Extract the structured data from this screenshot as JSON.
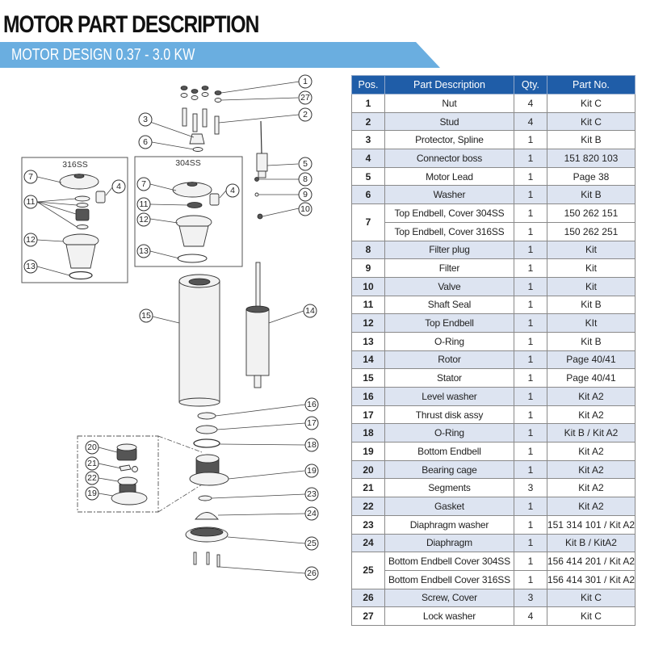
{
  "header": {
    "title": "MOTOR PART DESCRIPTION",
    "subtitle": "MOTOR DESIGN 0.37 - 3.0 KW",
    "banner_color": "#6aaee0",
    "table_header_color": "#1f5da8",
    "row_shade_color": "#dde4f1"
  },
  "diagram": {
    "box_labels": {
      "left": "316SS",
      "right": "304SS"
    },
    "callouts": [
      "1",
      "27",
      "2",
      "3",
      "6",
      "5",
      "8",
      "9",
      "10",
      "7",
      "4",
      "11",
      "12",
      "13",
      "15",
      "14",
      "16",
      "17",
      "18",
      "19",
      "20",
      "21",
      "22",
      "23",
      "24",
      "25",
      "26"
    ]
  },
  "table": {
    "columns": [
      "Pos.",
      "Part  Description",
      "Qty.",
      "Part No."
    ],
    "rows": [
      {
        "pos": "1",
        "desc": "Nut",
        "qty": "4",
        "part_no": "Kit C"
      },
      {
        "pos": "2",
        "desc": "Stud",
        "qty": "4",
        "part_no": "Kit C"
      },
      {
        "pos": "3",
        "desc": "Protector, Spline",
        "qty": "1",
        "part_no": "Kit B"
      },
      {
        "pos": "4",
        "desc": "Connector boss",
        "qty": "1",
        "part_no": "151 820 103"
      },
      {
        "pos": "5",
        "desc": "Motor Lead",
        "qty": "1",
        "part_no": "Page 38"
      },
      {
        "pos": "6",
        "desc": "Washer",
        "qty": "1",
        "part_no": "Kit B"
      },
      {
        "pos": "7",
        "desc": "Top Endbell, Cover 304SS",
        "qty": "1",
        "part_no": "150 262 151",
        "sub": {
          "desc": "Top Endbell, Cover 316SS",
          "qty": "1",
          "part_no": "150 262 251"
        }
      },
      {
        "pos": "8",
        "desc": "Filter plug",
        "qty": "1",
        "part_no": "Kit"
      },
      {
        "pos": "9",
        "desc": "Filter",
        "qty": "1",
        "part_no": "Kit"
      },
      {
        "pos": "10",
        "desc": "Valve",
        "qty": "1",
        "part_no": "Kit"
      },
      {
        "pos": "11",
        "desc": "Shaft Seal",
        "qty": "1",
        "part_no": "Kit B"
      },
      {
        "pos": "12",
        "desc": "Top Endbell",
        "qty": "1",
        "part_no": "KIt"
      },
      {
        "pos": "13",
        "desc": "O-Ring",
        "qty": "1",
        "part_no": "Kit B"
      },
      {
        "pos": "14",
        "desc": "Rotor",
        "qty": "1",
        "part_no": "Page 40/41"
      },
      {
        "pos": "15",
        "desc": "Stator",
        "qty": "1",
        "part_no": "Page 40/41"
      },
      {
        "pos": "16",
        "desc": "Level washer",
        "qty": "1",
        "part_no": "Kit A2"
      },
      {
        "pos": "17",
        "desc": "Thrust disk assy",
        "qty": "1",
        "part_no": "Kit A2"
      },
      {
        "pos": "18",
        "desc": "O-Ring",
        "qty": "1",
        "part_no": "Kit B / Kit A2"
      },
      {
        "pos": "19",
        "desc": "Bottom Endbell",
        "qty": "1",
        "part_no": "Kit A2"
      },
      {
        "pos": "20",
        "desc": "Bearing cage",
        "qty": "1",
        "part_no": "Kit A2"
      },
      {
        "pos": "21",
        "desc": "Segments",
        "qty": "3",
        "part_no": "Kit A2"
      },
      {
        "pos": "22",
        "desc": "Gasket",
        "qty": "1",
        "part_no": "Kit A2"
      },
      {
        "pos": "23",
        "desc": "Diaphragm washer",
        "qty": "1",
        "part_no": "151 314 101 / Kit A2"
      },
      {
        "pos": "24",
        "desc": "Diaphragm",
        "qty": "1",
        "part_no": "Kit B / KitA2"
      },
      {
        "pos": "25",
        "desc": "Bottom Endbell Cover 304SS",
        "qty": "1",
        "part_no": "156 414 201 / Kit A2",
        "sub": {
          "desc": "Bottom Endbell Cover 316SS",
          "qty": "1",
          "part_no": "156 414 301 / Kit A2"
        }
      },
      {
        "pos": "26",
        "desc": "Screw, Cover",
        "qty": "3",
        "part_no": "Kit C"
      },
      {
        "pos": "27",
        "desc": "Lock washer",
        "qty": "4",
        "part_no": "Kit C"
      }
    ]
  }
}
